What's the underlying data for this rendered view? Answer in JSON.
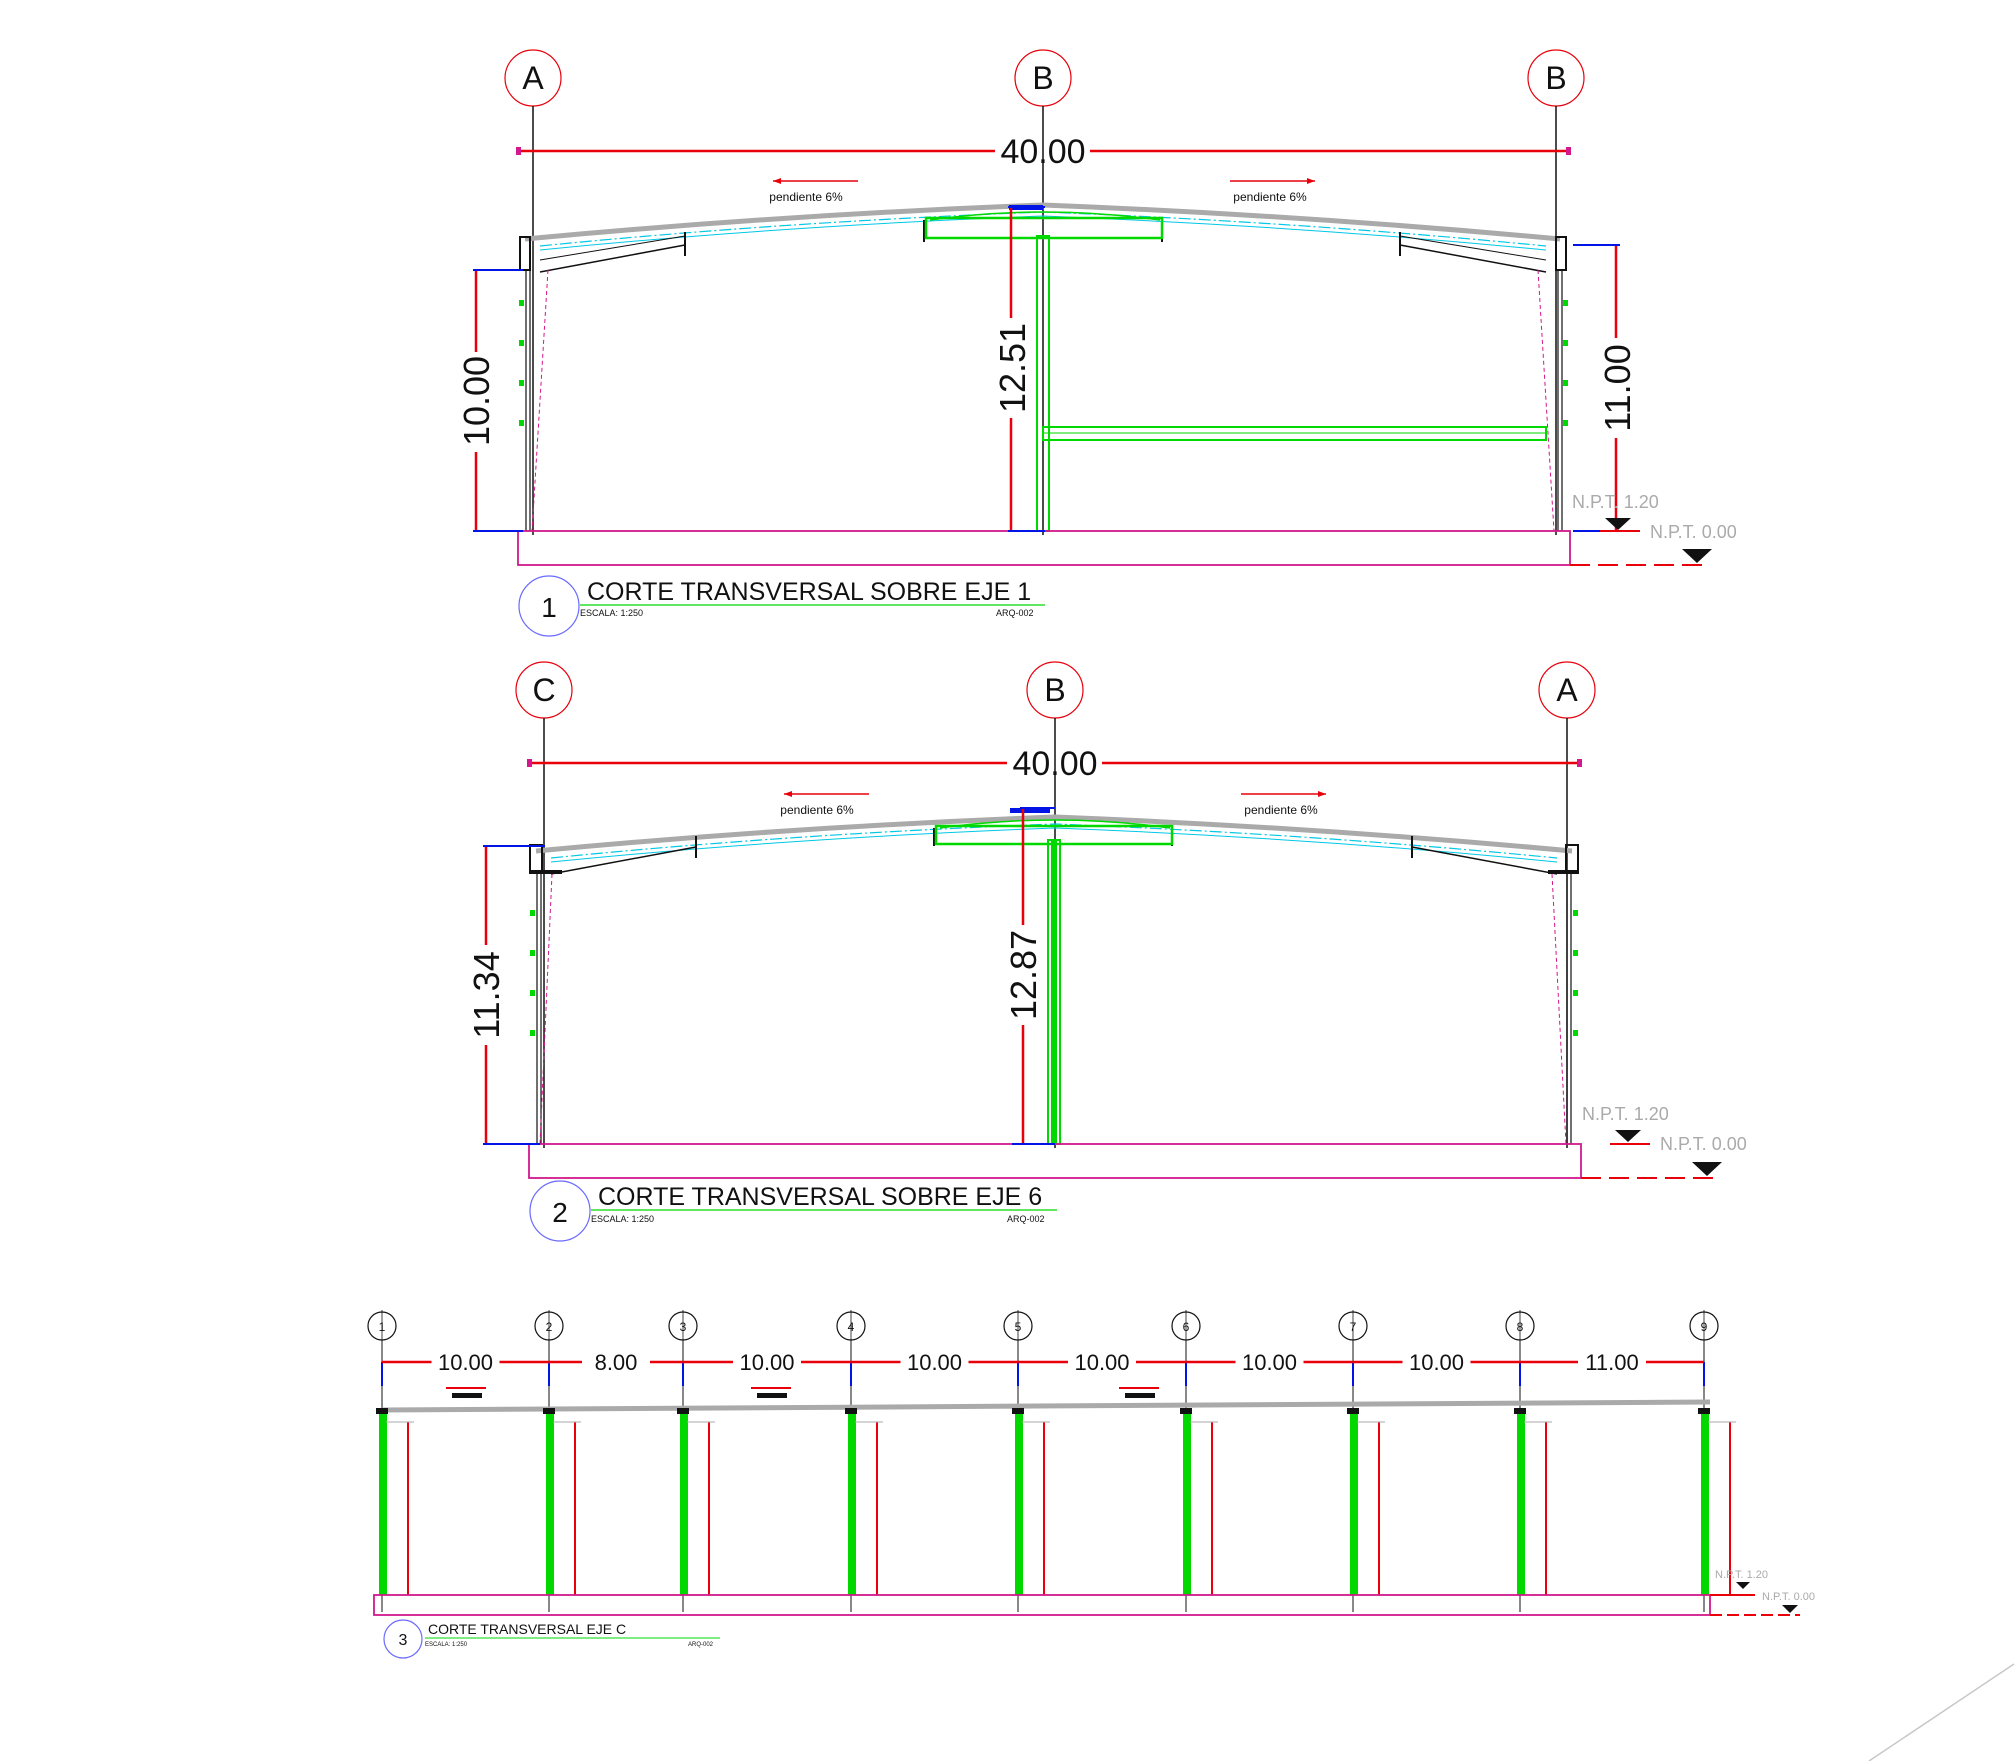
{
  "colors": {
    "dimension": "#e8000b",
    "pink": "#d2188c",
    "green": "#00d800",
    "blue": "#0014e6",
    "cyan": "#00c8e6",
    "gray": "#aaaaaa",
    "black": "#111111"
  },
  "section1": {
    "axes": [
      "A",
      "B",
      "B"
    ],
    "overall_dim": "40.00",
    "slope_left": "pendiente 6%",
    "slope_right": "pendiente 6%",
    "height_left": "10.00",
    "height_mid": "12.51",
    "height_right": "11.00",
    "level_upper": "N.P.T. 1.20",
    "level_lower": "N.P.T. 0.00",
    "number": "1",
    "title": "CORTE TRANSVERSAL SOBRE EJE 1",
    "scale": "ESCALA: 1:250",
    "sheet": "ARQ-002"
  },
  "section2": {
    "axes": [
      "C",
      "B",
      "A"
    ],
    "overall_dim": "40.00",
    "slope_left": "pendiente 6%",
    "slope_right": "pendiente 6%",
    "height_left": "11.34",
    "height_mid": "12.87",
    "level_upper": "N.P.T. 1.20",
    "level_lower": "N.P.T. 0.00",
    "number": "2",
    "title": "CORTE TRANSVERSAL SOBRE EJE 6",
    "scale": "ESCALA: 1:250",
    "sheet": "ARQ-002"
  },
  "section3": {
    "axes": [
      "1",
      "2",
      "3",
      "4",
      "5",
      "6",
      "7",
      "8",
      "9"
    ],
    "spans": [
      "10.00",
      "8.00",
      "10.00",
      "10.00",
      "10.00",
      "10.00",
      "10.00",
      "11.00"
    ],
    "level_upper": "N.P.T. 1.20",
    "level_lower": "N.P.T. 0.00",
    "number": "3",
    "title": "CORTE TRANSVERSAL EJE C",
    "scale": "ESCALA: 1:250",
    "sheet": "ARQ-002"
  }
}
